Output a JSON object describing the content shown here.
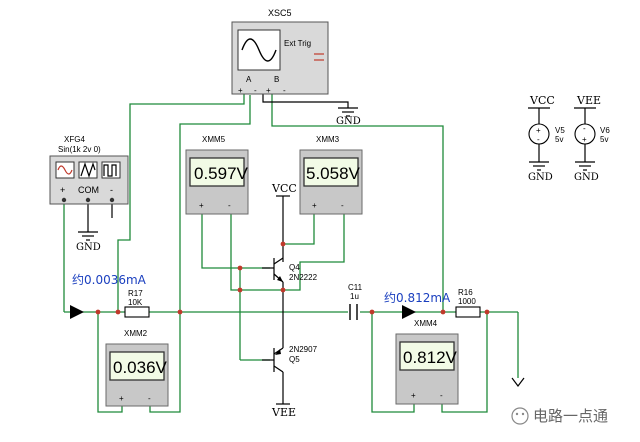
{
  "scope": {
    "ref": "XSC5",
    "trigger": "Ext Trig",
    "chA": "A",
    "chB": "B"
  },
  "fg": {
    "ref": "XFG4",
    "spec": "Sin(1k 2v 0)",
    "plus": "+",
    "com": "COM",
    "minus": "-"
  },
  "meters": [
    {
      "ref": "XMM5",
      "reading": "0.597V"
    },
    {
      "ref": "XMM3",
      "reading": "5.058V"
    },
    {
      "ref": "XMM2",
      "reading": "0.036V"
    },
    {
      "ref": "XMM4",
      "reading": "0.812V"
    }
  ],
  "supplies": {
    "vcc_net": "VCC",
    "vee_net": "VEE",
    "gnd": "GND",
    "v5": {
      "ref": "V5",
      "value": "5v"
    },
    "v6": {
      "ref": "V6",
      "value": "5v"
    }
  },
  "parts": {
    "r17": {
      "ref": "R17",
      "value": "10K"
    },
    "r16": {
      "ref": "R16",
      "value": "1000"
    },
    "c11": {
      "ref": "C11",
      "value": "1u"
    },
    "q4": {
      "ref": "Q4",
      "model": "2N2222"
    },
    "q5": {
      "ref": "Q5",
      "model": "2N2907"
    }
  },
  "annotations": {
    "in_current": "约0.0036mA",
    "out_current": "约0.812mA"
  },
  "watermark": "电路一点通",
  "colors": {
    "wire": "#1f8a3a",
    "junction": "#c0392b",
    "lcd": "#f2fbe6",
    "instrument": "#c8c8c8"
  }
}
